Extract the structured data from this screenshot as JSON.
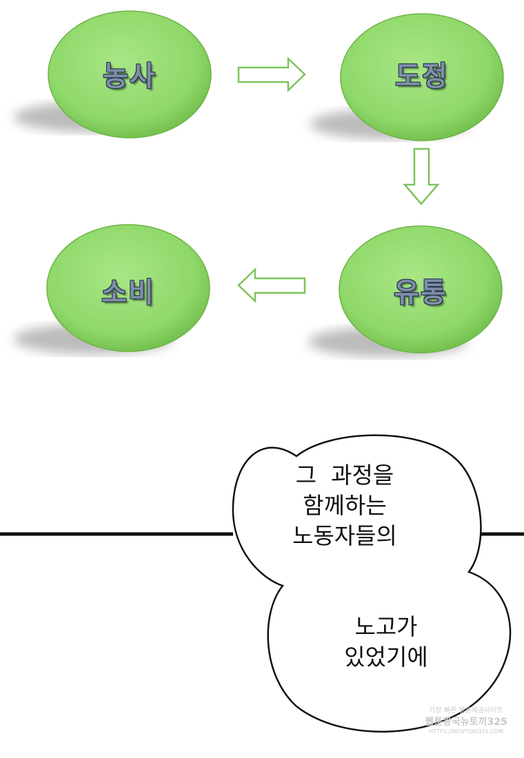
{
  "diagram": {
    "nodes": [
      {
        "id": "farming",
        "label": "농사"
      },
      {
        "id": "milling",
        "label": "도정"
      },
      {
        "id": "distribution",
        "label": "유통"
      },
      {
        "id": "consumption",
        "label": "소비"
      }
    ],
    "node_color": "#8fd86a",
    "arrow_color": "#7cc35a"
  },
  "speech_bubble": {
    "top_lines": [
      "그  과정을",
      "함께하는",
      "노동자들의"
    ],
    "bottom_lines": [
      "노고가",
      "있었기에"
    ]
  },
  "watermark": {
    "line1": "가장 빠른 웹툰제공사이트",
    "line2": "웹툰왕국뉴토끼325",
    "line3": "HTTPS://NEWTOKI325.COM"
  }
}
